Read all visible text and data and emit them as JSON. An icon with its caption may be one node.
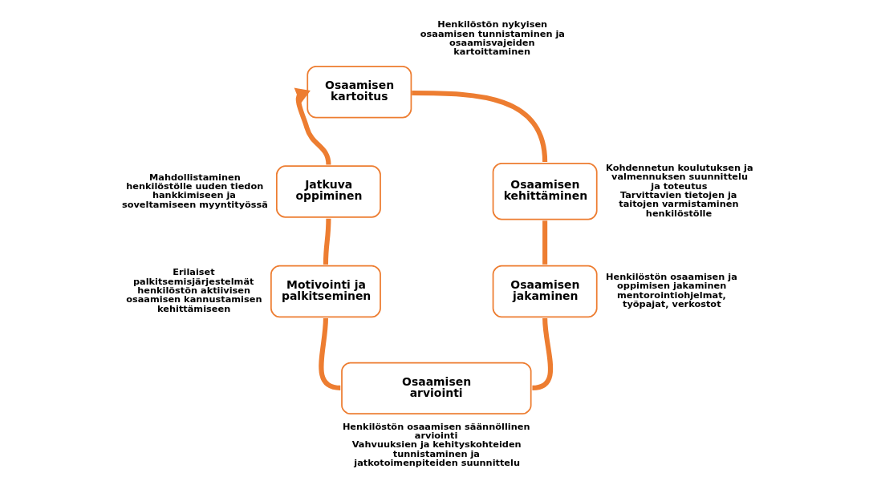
{
  "diagram": {
    "nodes": [
      {
        "text": [
          "Osaamisen kartoitus"
        ],
        "beside": [
          "Henkilöstön nykyisen osaamisen tunnistaminen ja osaamisvajeiden kartoittaminen"
        ]
      },
      {
        "text": [
          "Osaamisen kehittäminen"
        ],
        "beside": [
          "Kohdennetun koulutuksen ja valmennuksen suunnittelu ja toteutus",
          "Tarvittavien tietojen ja taitojen varmistaminen henkilöstölle"
        ]
      },
      {
        "text": [
          "Osaamisen jakaminen"
        ],
        "beside": [
          "Henkilöstön osaamisen ja oppimisen jakaminen mentorointiohjelmat, työpajat, verkostot"
        ]
      },
      {
        "text": [
          "Osaamisen arviointi"
        ],
        "beside": [
          "Henkilöstön osaamisen säännöllinen arviointi",
          "Vahvuuksien ja kehityskohteiden tunnistaminen ja jatkotoimenpiteiden suunnittelu"
        ]
      },
      {
        "text": [
          "Motivointi ja palkitseminen"
        ],
        "beside": [
          "Erilaiset palkitsemisjärjestelmät henkilöstön aktiivisen osaamisen kannustamisen kehittämiseen"
        ]
      },
      {
        "text": [
          "Jatkuva oppiminen"
        ],
        "beside": [
          "Mahdollistaminen henkilöstölle uuden tiedon hankkimiseen ja soveltamiseen myyntityössä"
        ]
      }
    ],
    "edges": [
      {
        "from": 0,
        "to": 1,
        "arrow": "none"
      },
      {
        "from": 1,
        "to": 2,
        "arrow": "none"
      },
      {
        "from": 2,
        "to": 3,
        "arrow": "none"
      },
      {
        "from": 3,
        "to": 4,
        "arrow": "none"
      },
      {
        "from": 4,
        "to": 5,
        "arrow": "none"
      },
      {
        "from": 5,
        "to": 0,
        "arrow": "to"
      }
    ]
  }
}
